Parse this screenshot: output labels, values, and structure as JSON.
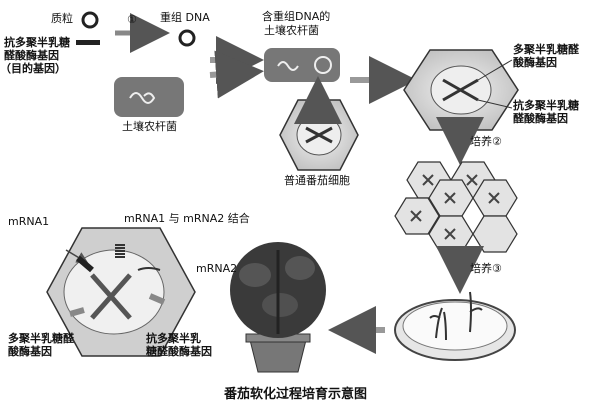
{
  "labels": {
    "plasmid": "质粒",
    "step1": "①",
    "recombinant_dna": "重组 DNA",
    "agro_with_dna_1": "含重组DNA的",
    "agro_with_dna_2": "土壤农杆菌",
    "anti_pg_gene_1": "抗多聚半乳糖",
    "anti_pg_gene_2": "醛酸酶基因",
    "target_gene": "（目的基因）",
    "agrobacterium": "土壤农杆菌",
    "tomato_cell": "普通番茄细胞",
    "pg_gene_top_1": "多聚半乳糖醛",
    "pg_gene_top_2": "酸酶基因",
    "anti_pg_gene_right_1": "抗多聚半乳糖",
    "anti_pg_gene_right_2": "醛酸酶基因",
    "culture2": "培养②",
    "culture3": "培养③",
    "mrna1": "mRNA1",
    "mrna_bind": "mRNA1 与 mRNA2 结合",
    "mrna2": "mRNA2",
    "pg_gene_bottom_1": "多聚半乳糖醛",
    "pg_gene_bottom_2": "酸酶基因",
    "anti_pg_gene_bottom_1": "抗多聚半乳",
    "anti_pg_gene_bottom_2": "糖醛酸酶基因"
  },
  "caption": "番茄软化过程培育示意图",
  "colors": {
    "ink": "#111111",
    "cell_fill": "#d8d8d8",
    "arrow": "#8a8a8a",
    "dark": "#444444"
  }
}
